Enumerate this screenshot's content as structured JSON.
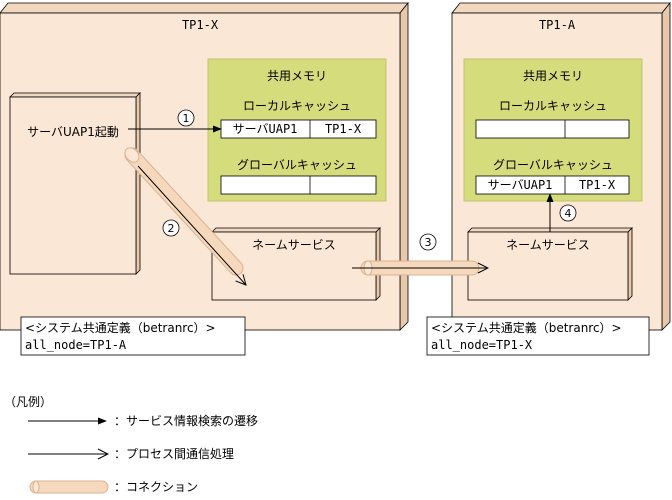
{
  "colors": {
    "node_front": "#fbe7d6",
    "node_side": "#e9c7aa",
    "node_top": "#f3d8c0",
    "shared_memory": "#d5dc7c",
    "connection_fill": "#f6d9bd",
    "connection_stroke": "#d9b290"
  },
  "left_node": {
    "title": "TP1-X",
    "server": {
      "label": "サーバUAP1起動"
    },
    "shared_memory": {
      "title": "共用メモリ",
      "local_cache": {
        "label": "ローカルキャッシュ",
        "cells": [
          "サーバUAP1",
          "TP1-X"
        ]
      },
      "global_cache": {
        "label": "グローバルキャッシュ",
        "cells": [
          "",
          ""
        ]
      }
    },
    "name_service": {
      "label": "ネームサービス"
    },
    "config": {
      "line1": "<システム共通定義（betranrc）>",
      "line2": "all_node=TP1-A"
    }
  },
  "right_node": {
    "title": "TP1-A",
    "shared_memory": {
      "title": "共用メモリ",
      "local_cache": {
        "label": "ローカルキャッシュ",
        "cells": [
          "",
          ""
        ]
      },
      "global_cache": {
        "label": "グローバルキャッシュ",
        "cells": [
          "サーバUAP1",
          "TP1-X"
        ]
      }
    },
    "name_service": {
      "label": "ネームサービス"
    },
    "config": {
      "line1": "<システム共通定義（betranrc）>",
      "line2": "all_node=TP1-X"
    }
  },
  "steps": [
    "1",
    "2",
    "3",
    "4"
  ],
  "legend": {
    "title": "（凡例）",
    "items": [
      {
        "icon": "filled-arrow-icon",
        "label": "：サービス情報検索の遷移"
      },
      {
        "icon": "open-arrow-icon",
        "label": "：プロセス間通信処理"
      },
      {
        "icon": "connection-tube-icon",
        "label": "：コネクション"
      }
    ]
  }
}
